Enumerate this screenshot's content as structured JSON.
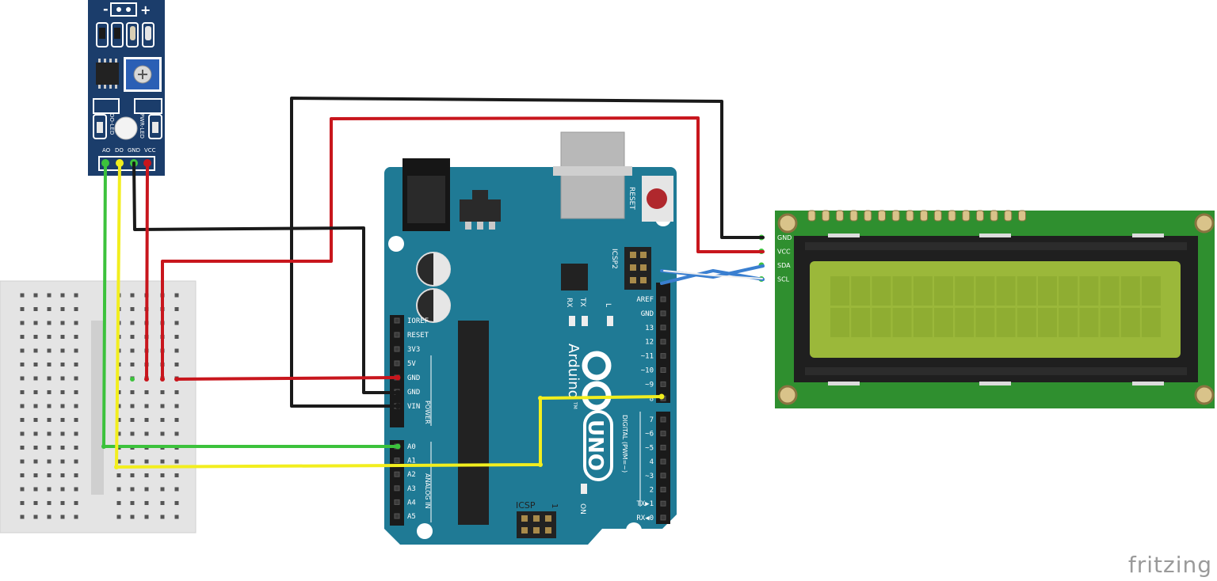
{
  "sensor": {
    "top_minus": "-",
    "top_plus": "+",
    "pot_label": "",
    "pin_labels": [
      "AO",
      "DO",
      "GND",
      "VCC"
    ],
    "led_labels": [
      "DO-LED",
      "PWR-LED"
    ]
  },
  "arduino": {
    "brand": "Arduino",
    "tm": "TM",
    "model": "UNO",
    "reset_label": "RESET",
    "icsp2_label": "ICSP2",
    "icsp_label": "ICSP",
    "icsp_pin1": "1",
    "tx_label": "TX",
    "rx_label": "RX",
    "l_label": "L",
    "on_label": "ON",
    "power_label": "POWER",
    "analog_label": "ANALOG IN",
    "digital_label": "DIGITAL (PWM=~)",
    "power_pins": [
      "IOREF",
      "RESET",
      "3V3",
      "5V",
      "GND",
      "GND",
      "VIN"
    ],
    "analog_pins": [
      "A0",
      "A1",
      "A2",
      "A3",
      "A4",
      "A5"
    ],
    "digital_top_pins": [
      "AREF",
      "GND",
      "13",
      "12",
      "~11",
      "~10",
      "~9",
      "8"
    ],
    "digital_bottom_pins": [
      "7",
      "~6",
      "~5",
      "4",
      "~3",
      "2",
      "TX▶1",
      "RX◀0"
    ]
  },
  "lcd": {
    "pins": [
      "GND",
      "VCC",
      "SDA",
      "SCL"
    ]
  },
  "wire_colors": {
    "red": "#c8161d",
    "black": "#1a1a1a",
    "green": "#3cc23c",
    "yellow": "#f2ee1e",
    "blue": "#3a7fd0",
    "white": "#f0f0f0"
  },
  "colors": {
    "arduino_board": "#1f7a95",
    "sensor_board": "#1b3d6b",
    "lcd_board": "#2f8f2f",
    "lcd_screen": "#9bb83a",
    "breadboard": "#e6e6e6"
  },
  "watermark": "fritzing"
}
